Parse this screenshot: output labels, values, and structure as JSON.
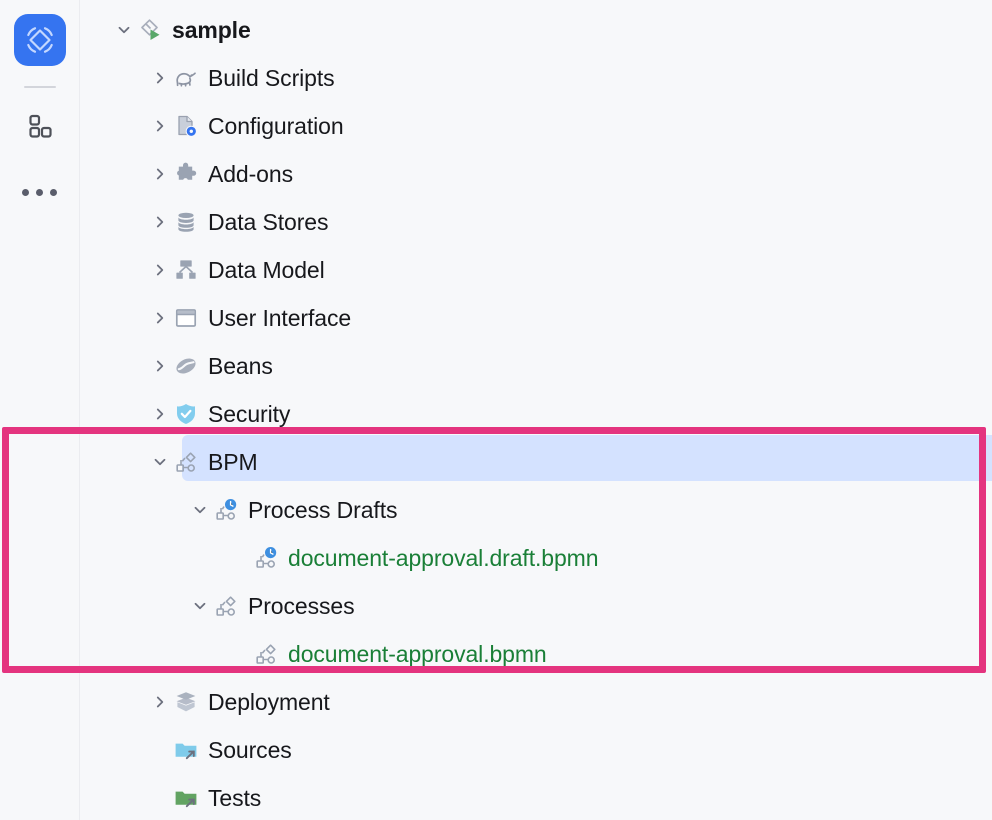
{
  "window": {
    "title": "sample",
    "background": "#F7F8FA",
    "accent_blue": "#3574F0",
    "selection_color": "#D4E2FF",
    "annotation_color": "#E4347F",
    "file_text_color": "#1A7F37"
  },
  "rail": {
    "logo": {
      "name": "app-logo",
      "label": ""
    },
    "items": [
      {
        "icon": "project-blocks-icon",
        "label": ""
      },
      {
        "icon": "more-options-icon",
        "label": ""
      }
    ]
  },
  "tree": {
    "nodes": [
      {
        "label": "sample",
        "icon": "module-run-icon",
        "level": 0,
        "expanded": true,
        "bold": true,
        "green": false,
        "selected": false,
        "chevron": "down"
      },
      {
        "label": "Build Scripts",
        "icon": "gradle-elephant-icon",
        "level": 1,
        "expanded": false,
        "bold": false,
        "green": false,
        "selected": false,
        "chevron": "right"
      },
      {
        "label": "Configuration",
        "icon": "config-file-gear-icon",
        "level": 1,
        "expanded": false,
        "bold": false,
        "green": false,
        "selected": false,
        "chevron": "right"
      },
      {
        "label": "Add-ons",
        "icon": "puzzle-piece-icon",
        "level": 1,
        "expanded": false,
        "bold": false,
        "green": false,
        "selected": false,
        "chevron": "right"
      },
      {
        "label": "Data Stores",
        "icon": "database-icon",
        "level": 1,
        "expanded": false,
        "bold": false,
        "green": false,
        "selected": false,
        "chevron": "right"
      },
      {
        "label": "Data Model",
        "icon": "hierarchy-icon",
        "level": 1,
        "expanded": false,
        "bold": false,
        "green": false,
        "selected": false,
        "chevron": "right"
      },
      {
        "label": "User Interface",
        "icon": "window-frame-icon",
        "level": 1,
        "expanded": false,
        "bold": false,
        "green": false,
        "selected": false,
        "chevron": "right"
      },
      {
        "label": "Beans",
        "icon": "coffee-bean-icon",
        "level": 1,
        "expanded": false,
        "bold": false,
        "green": false,
        "selected": false,
        "chevron": "right"
      },
      {
        "label": "Security",
        "icon": "shield-check-icon",
        "level": 1,
        "expanded": false,
        "bold": false,
        "green": false,
        "selected": false,
        "chevron": "right"
      },
      {
        "label": "BPM",
        "icon": "bpm-process-icon",
        "level": 1,
        "expanded": true,
        "bold": false,
        "green": false,
        "selected": true,
        "chevron": "down"
      },
      {
        "label": "Process Drafts",
        "icon": "bpm-draft-clock-icon",
        "level": 2,
        "expanded": true,
        "bold": false,
        "green": false,
        "selected": false,
        "chevron": "down"
      },
      {
        "label": "document-approval.draft.bpmn",
        "icon": "bpm-draft-clock-icon",
        "level": 3,
        "expanded": false,
        "bold": false,
        "green": true,
        "selected": false,
        "chevron": "none"
      },
      {
        "label": "Processes",
        "icon": "bpm-process-icon",
        "level": 2,
        "expanded": true,
        "bold": false,
        "green": false,
        "selected": false,
        "chevron": "down"
      },
      {
        "label": "document-approval.bpmn",
        "icon": "bpm-process-icon",
        "level": 3,
        "expanded": false,
        "bold": false,
        "green": true,
        "selected": false,
        "chevron": "none"
      },
      {
        "label": "Deployment",
        "icon": "package-box-icon",
        "level": 1,
        "expanded": false,
        "bold": false,
        "green": false,
        "selected": false,
        "chevron": "right"
      },
      {
        "label": "Sources",
        "icon": "folder-blue-link-icon",
        "level": 1,
        "expanded": false,
        "bold": false,
        "green": false,
        "selected": false,
        "chevron": "none"
      },
      {
        "label": "Tests",
        "icon": "folder-green-link-icon",
        "level": 1,
        "expanded": false,
        "bold": false,
        "green": false,
        "selected": false,
        "chevron": "none"
      }
    ]
  },
  "annotation": {
    "name": "highlight-box",
    "covers": [
      "BPM",
      "Process Drafts",
      "document-approval.draft.bpmn",
      "Processes",
      "document-approval.bpmn"
    ]
  }
}
